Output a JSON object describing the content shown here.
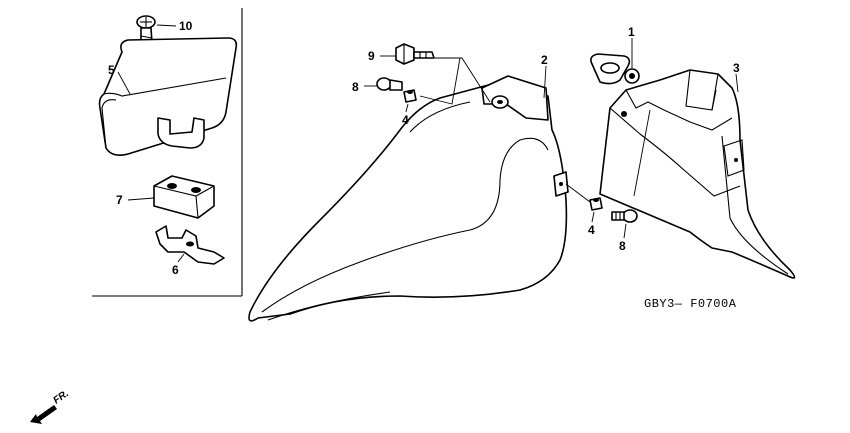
{
  "callouts": {
    "c1": "1",
    "c2": "2",
    "c3": "3",
    "c4a": "4",
    "c4b": "4",
    "c5": "5",
    "c6": "6",
    "c7": "7",
    "c8a": "8",
    "c8b": "8",
    "c9": "9",
    "c10": "10"
  },
  "diagram_code": "GBY3— F0700A",
  "direction_label": "FR."
}
